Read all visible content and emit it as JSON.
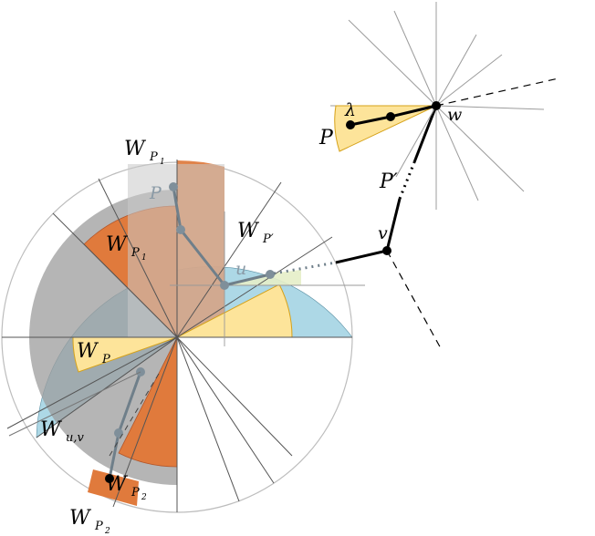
{
  "colors": {
    "window_blue": "#add8e6",
    "window_orange": "#e07a3c",
    "window_yellow": "#fde49a",
    "disk_gray": "#9c9c9c",
    "line_dark": "#000000",
    "line_gray": "#8c8c8c",
    "ghost_point": "#7f8f9a"
  },
  "labels": {
    "wp1_top": {
      "main": "W",
      "sub": "P",
      "subsub": "1"
    },
    "wp1_inner": {
      "main": "W",
      "sub": "P",
      "subsub": "1"
    },
    "wpprime": {
      "main": "W",
      "sub": "P′"
    },
    "wp": {
      "main": "W",
      "sub": "P"
    },
    "wuv": {
      "main": "W",
      "sub": "u,v"
    },
    "wp2_inner": {
      "main": "W",
      "sub": "P",
      "subsub": "2"
    },
    "wp2_bottom": {
      "main": "W",
      "sub": "P",
      "subsub": "2"
    },
    "p_faded": "P",
    "u": "u",
    "v": "v",
    "w": "w",
    "p": "P",
    "pprime": "P′",
    "lambda": "λ"
  }
}
